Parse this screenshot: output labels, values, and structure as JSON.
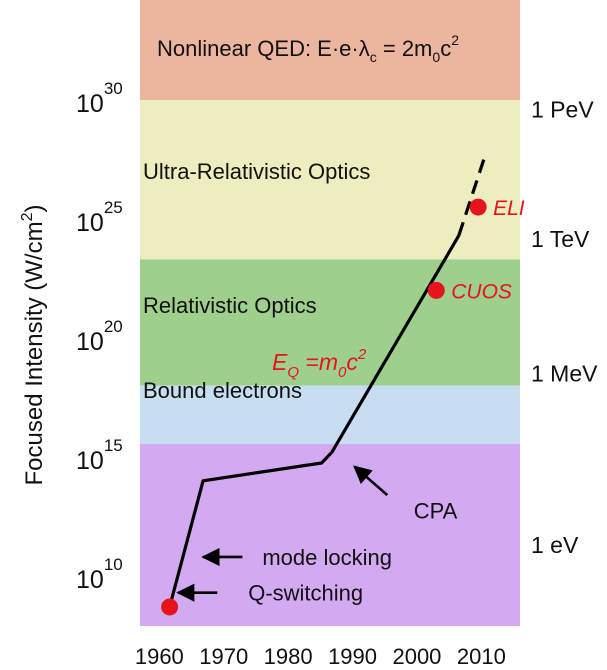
{
  "chart_data": {
    "type": "line",
    "ylabel": "Focused Intensity (W/cm",
    "ylabel_sup": "2",
    "ylabel_close": ")",
    "xlim": [
      1957,
      2016
    ],
    "ylim": [
      7.9,
      34.2
    ],
    "yscale": "log",
    "x_ticks": [
      1960,
      1970,
      1980,
      1990,
      2000,
      2010
    ],
    "y_ticks": [
      {
        "base": "10",
        "exp": "10",
        "value": 10
      },
      {
        "base": "10",
        "exp": "15",
        "value": 15
      },
      {
        "base": "10",
        "exp": "20",
        "value": 20
      },
      {
        "base": "10",
        "exp": "25",
        "value": 25
      },
      {
        "base": "10",
        "exp": "30",
        "value": 30
      }
    ],
    "bands": [
      {
        "label": "Nonlinear QED: E·e·λ",
        "label_sub": "c",
        "label_tail": " = 2m",
        "label_sub2": "0",
        "label_tail2": "c",
        "label_sup": "2",
        "y0": 30,
        "y1": 34.2,
        "color": "#EBB59E"
      },
      {
        "label": "Ultra-Relativistic Optics",
        "y0": 23.3,
        "y1": 30,
        "color": "#EDEDBF"
      },
      {
        "label": "Relativistic Optics",
        "y0": 18.0,
        "y1": 23.3,
        "color": "#9ECF8D"
      },
      {
        "label": "Bound electrons",
        "y0": 15.55,
        "y1": 18.0,
        "color": "#C7DDF1"
      },
      {
        "label": "",
        "y0": 7.9,
        "y1": 15.55,
        "color": "#D3A9F2"
      }
    ],
    "energy_labels": [
      {
        "label": "1 PeV",
        "y": 29.6
      },
      {
        "label": "1 TeV",
        "y": 24.15
      },
      {
        "label": "1 MeV",
        "y": 18.5
      },
      {
        "label": "1 eV",
        "y": 11.3
      }
    ],
    "series": [
      {
        "style": "solid",
        "x": [
          1961.6,
          1966.8,
          1985.2,
          1986.8,
          2006.5
        ],
        "y": [
          8.7,
          14.0,
          14.75,
          15.2,
          24.3
        ]
      },
      {
        "style": "dashed",
        "x": [
          2006.5,
          2010.5
        ],
        "y": [
          24.3,
          27.6
        ]
      }
    ],
    "points": [
      {
        "x": 1961.6,
        "y": 8.7,
        "label": "",
        "color": "#E8141C"
      },
      {
        "x": 2003.0,
        "y": 22.0,
        "label": "CUOS",
        "color": "#E8141C"
      },
      {
        "x": 2009.5,
        "y": 25.5,
        "label": "ELI",
        "color": "#E8141C"
      }
    ],
    "annotations": {
      "eq": {
        "label": "E",
        "sub": "Q",
        "mid": " =m",
        "sub2": "0",
        "tail": "c",
        "sup": "2",
        "x": 1977.5,
        "y": 18.65,
        "color": "#E8141C"
      },
      "arrows": [
        {
          "label": "CPA",
          "tip_x": 1990.3,
          "tip_y": 14.6,
          "tail_x": 1995.4,
          "tail_y": 13.4,
          "text_x": 1999.5,
          "text_y": 12.75
        },
        {
          "label": "mode locking",
          "tip_x": 1966.8,
          "tip_y": 10.8,
          "tail_x": 1972.9,
          "tail_y": 10.8,
          "text_x": 1976,
          "text_y": 10.8
        },
        {
          "label": "Q-switching",
          "tip_x": 1962.9,
          "tip_y": 9.3,
          "tail_x": 1969.0,
          "tail_y": 9.3,
          "text_x": 1973.8,
          "text_y": 9.3
        }
      ]
    }
  }
}
